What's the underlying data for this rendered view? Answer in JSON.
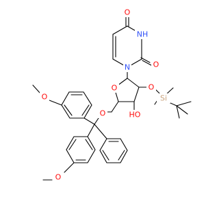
{
  "molecule": {
    "atoms": {
      "o_c4": "O",
      "nh": "NH",
      "o_c2": "O",
      "n1": "N",
      "o_ring": "O",
      "o_silyl": "O",
      "si": "Si",
      "oh": "HO",
      "o_ether": "O",
      "o_me_top": "O",
      "o_me_bottom": "O"
    }
  },
  "colors": {
    "oxygen": "#ff0d0d",
    "nitrogen": "#3050f8",
    "silicon": "#c9a27c",
    "bond": "#000000"
  }
}
